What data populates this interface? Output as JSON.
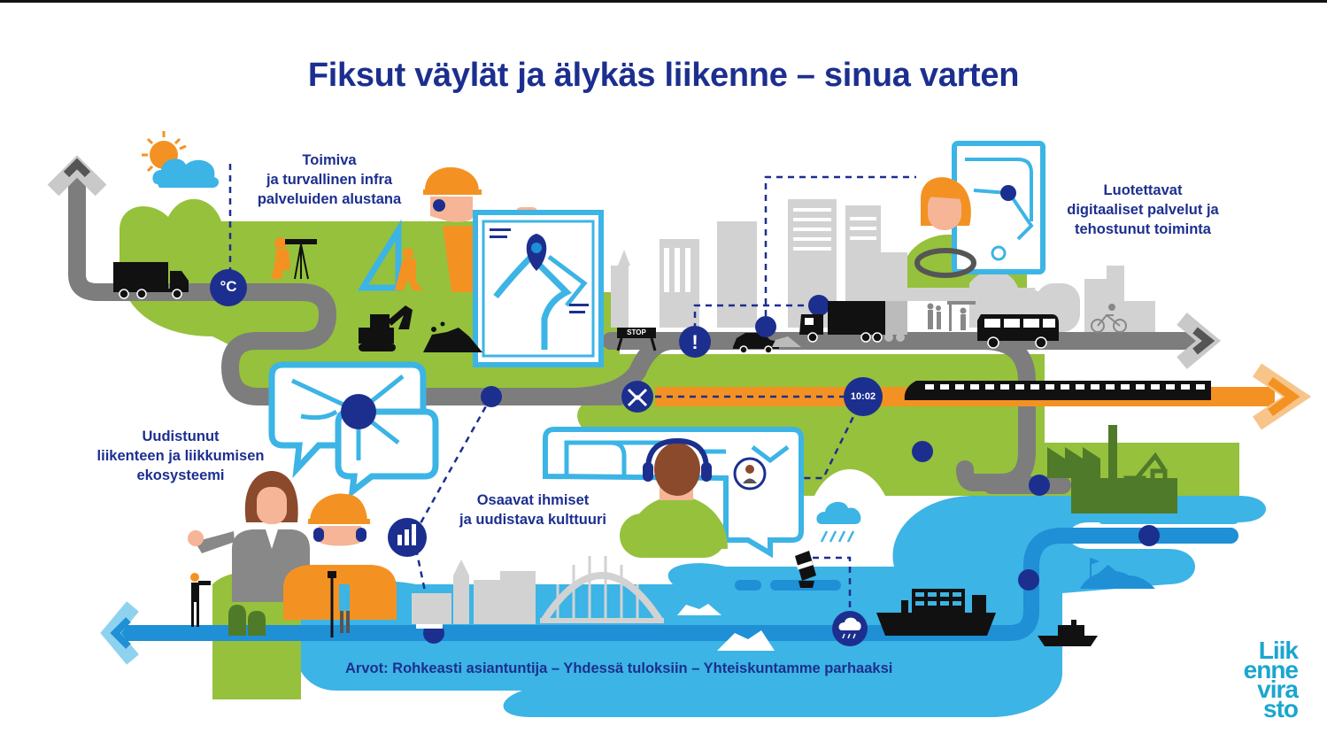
{
  "title": "Fiksut väylät ja älykäs liikenne – sinua varten",
  "captions": {
    "infra": [
      "Toimiva",
      "ja turvallinen infra",
      "palveluiden alustana"
    ],
    "digital": [
      "Luotettavat",
      "digitaaliset palvelut ja",
      "tehostunut toiminta"
    ],
    "ecosystem": [
      "Uudistunut",
      "liikenteen ja liikkumisen",
      "ekosysteemi"
    ],
    "people": [
      "Osaavat ihmiset",
      "ja uudistava kulttuuri"
    ]
  },
  "values_line": "Arvot: Rohkeasti asiantuntija  –  Yhdessä tuloksiin  –  Yhteiskuntamme parhaaksi",
  "badges": {
    "temperature": "°C",
    "clock": "10:02",
    "stop_sign": "STOP",
    "warning": "!"
  },
  "logo": [
    "Liik",
    "enne",
    "vira",
    "sto"
  ],
  "colors": {
    "navy": "#1c2f8f",
    "green": "#96c13c",
    "light_blue": "#3cb4e5",
    "mid_blue": "#1f8fd6",
    "orange": "#f39223",
    "grey_road": "#7d7d7d",
    "light_grey": "#d0d0d0",
    "dark_green": "#4f7a2a"
  },
  "icons": [
    "sun-cloud-icon",
    "truck-icon",
    "excavator-icon",
    "map-pin-icon",
    "car-icon",
    "bus-icon",
    "train-icon",
    "ship-icon",
    "factory-icon",
    "crane-icon",
    "bridge-icon",
    "rain-cloud-icon",
    "headset-person-icon",
    "bar-chart-icon",
    "cyclist-icon",
    "buoy-icon",
    "logo-icon"
  ]
}
